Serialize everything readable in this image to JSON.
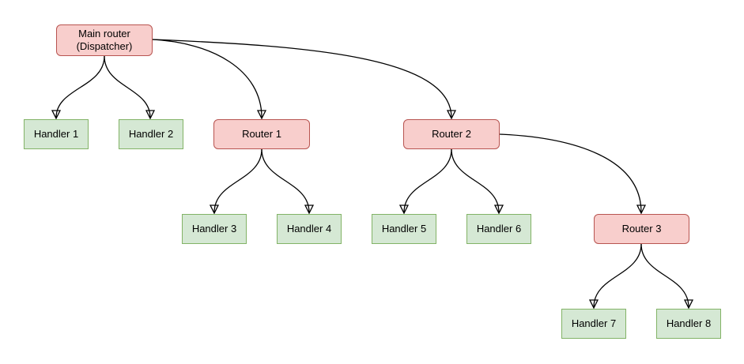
{
  "diagram": {
    "kind": "routing-tree-flowchart",
    "background": "#ffffff",
    "colors": {
      "router_fill": "#f8cecc",
      "router_stroke": "#b85450",
      "handler_fill": "#d5e8d4",
      "handler_stroke": "#82b366",
      "edge_stroke": "#000000"
    },
    "nodes": [
      {
        "id": "main-router",
        "type": "router",
        "label": "Main router (Dispatcher)",
        "line1": "Main router",
        "line2": "(Dispatcher)"
      },
      {
        "id": "handler-1",
        "type": "handler",
        "label": "Handler 1"
      },
      {
        "id": "handler-2",
        "type": "handler",
        "label": "Handler 2"
      },
      {
        "id": "router-1",
        "type": "router",
        "label": "Router 1"
      },
      {
        "id": "router-2",
        "type": "router",
        "label": "Router 2"
      },
      {
        "id": "handler-3",
        "type": "handler",
        "label": "Handler 3"
      },
      {
        "id": "handler-4",
        "type": "handler",
        "label": "Handler 4"
      },
      {
        "id": "handler-5",
        "type": "handler",
        "label": "Handler 5"
      },
      {
        "id": "handler-6",
        "type": "handler",
        "label": "Handler 6"
      },
      {
        "id": "router-3",
        "type": "router",
        "label": "Router 3"
      },
      {
        "id": "handler-7",
        "type": "handler",
        "label": "Handler 7"
      },
      {
        "id": "handler-8",
        "type": "handler",
        "label": "Handler 8"
      }
    ],
    "edges": [
      {
        "from": "main-router",
        "to": "handler-1"
      },
      {
        "from": "main-router",
        "to": "handler-2"
      },
      {
        "from": "main-router",
        "to": "router-1"
      },
      {
        "from": "main-router",
        "to": "router-2"
      },
      {
        "from": "router-1",
        "to": "handler-3"
      },
      {
        "from": "router-1",
        "to": "handler-4"
      },
      {
        "from": "router-2",
        "to": "handler-5"
      },
      {
        "from": "router-2",
        "to": "handler-6"
      },
      {
        "from": "router-2",
        "to": "router-3"
      },
      {
        "from": "router-3",
        "to": "handler-7"
      },
      {
        "from": "router-3",
        "to": "handler-8"
      }
    ]
  }
}
